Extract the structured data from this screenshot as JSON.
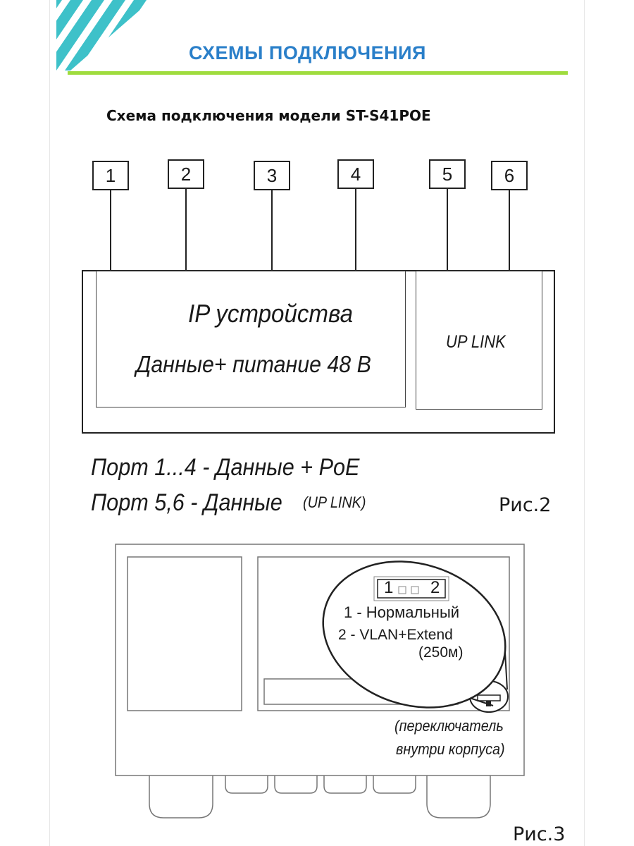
{
  "header": {
    "title": "СХЕМЫ ПОДКЛЮЧЕНИЯ"
  },
  "figure2": {
    "subtitle": "Схема подключения модели ST-S41POE",
    "ports": [
      "1",
      "2",
      "3",
      "4",
      "5",
      "6"
    ],
    "ip_label": "IP устройства",
    "power_label": "Данные+ питание 48 В",
    "uplink_label": "UP LINK",
    "legend_line1": "Порт 1...4 - Данные + PoE",
    "legend_line2_main": "Порт 5,6 - Данные",
    "legend_line2_note": "(UP LINK)",
    "caption": "Рис.2"
  },
  "figure3": {
    "switch_pos1": "1",
    "switch_pos2": "2",
    "mode1": "1 - Нормальный",
    "mode2": "2 - VLAN+Extend",
    "mode2_range": "(250м)",
    "note_line1": "(переключатель",
    "note_line2": "внутри корпуса)",
    "caption": "Рис.3"
  },
  "colors": {
    "accent_blue": "#2a7fc9",
    "accent_green": "#9fdc3d",
    "stripe_teal": "#3ec1c9"
  }
}
